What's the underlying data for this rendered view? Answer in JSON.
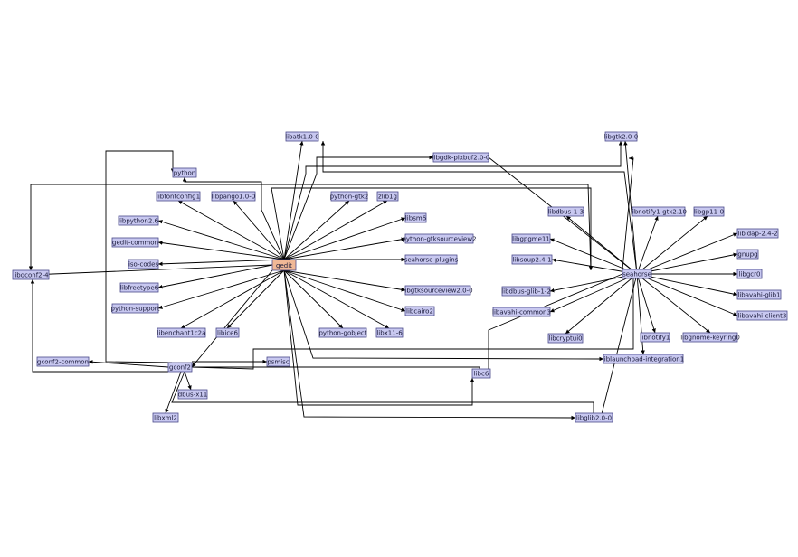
{
  "colors": {
    "node_fill": "#c8c8f0",
    "root_fill": "#f0b896",
    "edge": "#000000"
  },
  "nodes": {
    "gedit": "gedit",
    "seahorse": "seahorse",
    "gconf2": "gconf2",
    "libatk": "libatk1.0-0",
    "libgtk": "libgtk2.0-0",
    "libgdkpixbuf": "libgdk-pixbuf2.0-0",
    "python": "python",
    "libgconf": "libgconf2-4",
    "libfontconfig": "libfontconfig1",
    "libpango": "libpango1.0-0",
    "pythongtk2": "python-gtk2",
    "zlib": "zlib1g",
    "libsm": "libsm6",
    "libpython": "libpython2.6",
    "geditcommon": "gedit-common",
    "pythongtksourceview": "python-gtksourceview2",
    "isocodes": "iso-codes",
    "seahorseplugins": "seahorse-plugins",
    "libfreetype": "libfreetype6",
    "libgtksourceview": "libgtksourceview2.0-0",
    "pythonsupport": "python-support",
    "libcairo": "libcairo2",
    "libenchant": "libenchant1c2a",
    "libice": "libice6",
    "pythongobject": "python-gobject",
    "libx11": "libx11-6",
    "gconf2common": "gconf2-common",
    "psmisc": "psmisc",
    "libc6": "libc6",
    "dbusx11": "dbus-x11",
    "libxml2": "libxml2",
    "libglib": "libglib2.0-0",
    "libdbus": "libdbus-1-3",
    "libgpgme": "libgpgme11",
    "libsoup": "libsoup2.4-1",
    "libdbusglib": "libdbus-glib-1-2",
    "libavahicommon": "libavahi-common3",
    "libcryptui": "libcryptui0",
    "libnotifygtk": "libnotify1-gtk2.10",
    "libgpp11": "libgp11-0",
    "libldap": "libldap-2.4-2",
    "gnupg": "gnupg",
    "libgcr": "libgcr0",
    "libavahiglib": "libavahi-glib1",
    "libavahiclient": "libavahi-client3",
    "libnotify": "libnotify1",
    "libgnomekeyring": "libgnome-keyring0",
    "liblaunchpad": "liblaunchpad-integration1"
  }
}
